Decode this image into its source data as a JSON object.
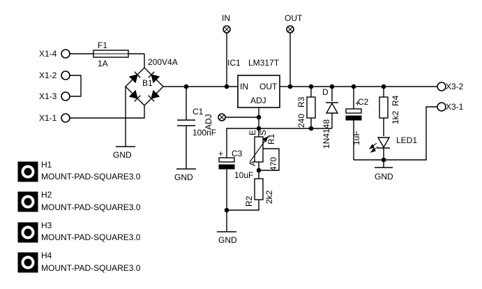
{
  "colors": {
    "ink": "#000000",
    "background": "#ffffff"
  },
  "connectors": {
    "x1_4": "X1-4",
    "x1_2": "X1-2",
    "x1_3": "X1-3",
    "x1_1": "X1-1",
    "x3_2": "X3-2",
    "x3_1": "X3-1"
  },
  "fuse": {
    "name": "F1",
    "value": "1A"
  },
  "bridge": {
    "name": "B1",
    "value": "200V4A"
  },
  "c1": {
    "name": "C1",
    "value": "100nF"
  },
  "regulator": {
    "name": "IC1",
    "part": "LM317T",
    "pin_in": "IN",
    "pin_out": "OUT",
    "pin_adj": "ADJ"
  },
  "test_points": {
    "in": "IN",
    "out": "OUT",
    "adj": "ADJ"
  },
  "r3": {
    "name": "R3",
    "value": "240"
  },
  "diode": {
    "name": "D",
    "value": "1N4148"
  },
  "c2": {
    "name": "C2",
    "value": "1uF"
  },
  "r4": {
    "name": "R4",
    "value": "1k2"
  },
  "led": {
    "name": "LED1"
  },
  "r1": {
    "name": "R1",
    "value": "470",
    "pins": [
      "E",
      "A",
      "S"
    ]
  },
  "c3": {
    "name": "C3",
    "value": "10uF"
  },
  "r2": {
    "name": "R2",
    "value": "2k2"
  },
  "gnd": "GND",
  "pads": [
    {
      "name": "H1",
      "value": "MOUNT-PAD-SQUARE3.0"
    },
    {
      "name": "H2",
      "value": "MOUNT-PAD-SQUARE3.0"
    },
    {
      "name": "H3",
      "value": "MOUNT-PAD-SQUARE3.0"
    },
    {
      "name": "H4",
      "value": "MOUNT-PAD-SQUARE3.0"
    }
  ]
}
